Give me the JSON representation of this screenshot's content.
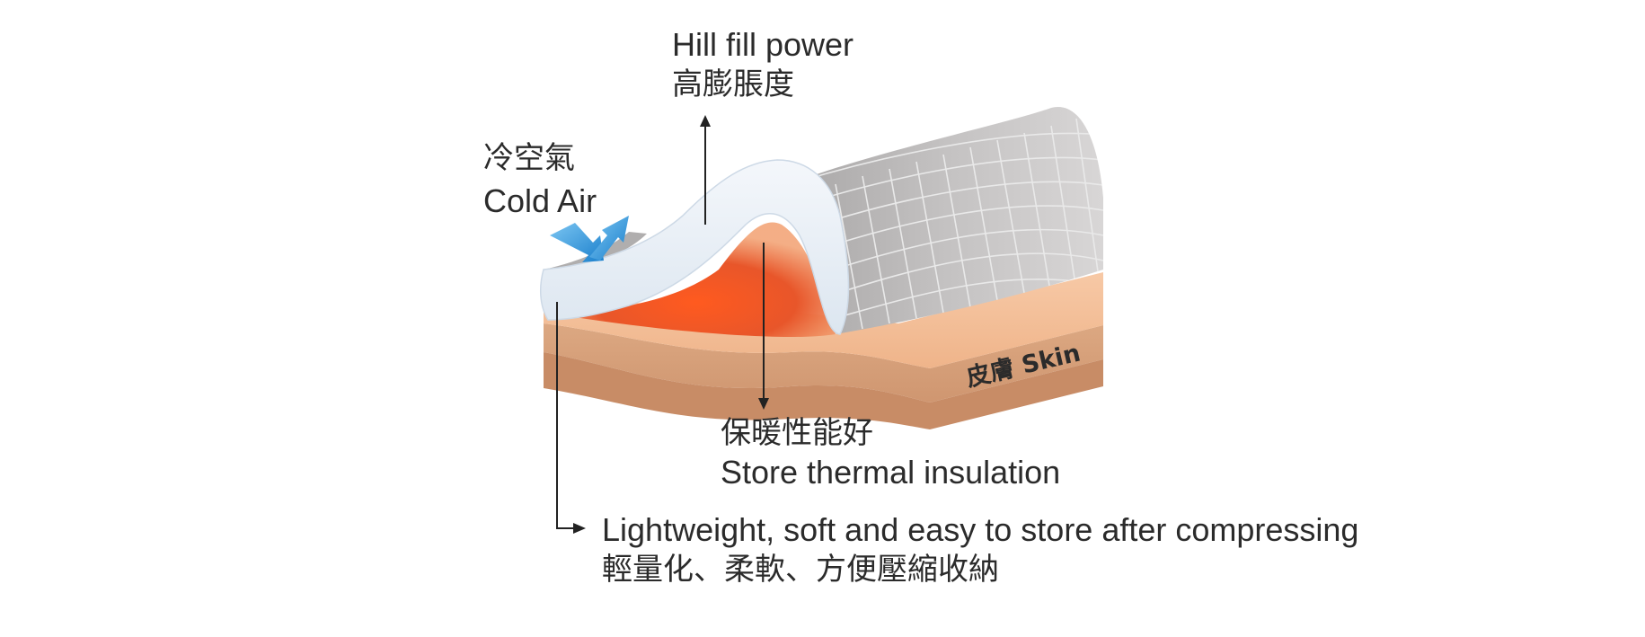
{
  "labels": {
    "hill_en": "Hill fill power",
    "hill_zh": "高膨脹度",
    "cold_zh": "冷空氣",
    "cold_en": "Cold Air",
    "skin": "皮膚 Skin",
    "store_zh": "保暖性能好",
    "store_en": "Store thermal insulation",
    "light_en": "Lightweight, soft and easy to store after compressing",
    "light_zh": "輕量化、柔軟、方便壓縮收納"
  },
  "colors": {
    "shell_grey": "#b8b6b6",
    "grid_line": "#e6e6e6",
    "fill_white": "#eef3f8",
    "warm_glow": "#ff6a2a",
    "skin_top": "#f3bf98",
    "skin_side": "#d9a17a",
    "arrow_blue": "#1f8fd8",
    "text": "#2b2b2b"
  },
  "icons": {
    "cold_air": "blue-bounce-arrow-icon",
    "pointer": "black-line-arrow-icon"
  }
}
